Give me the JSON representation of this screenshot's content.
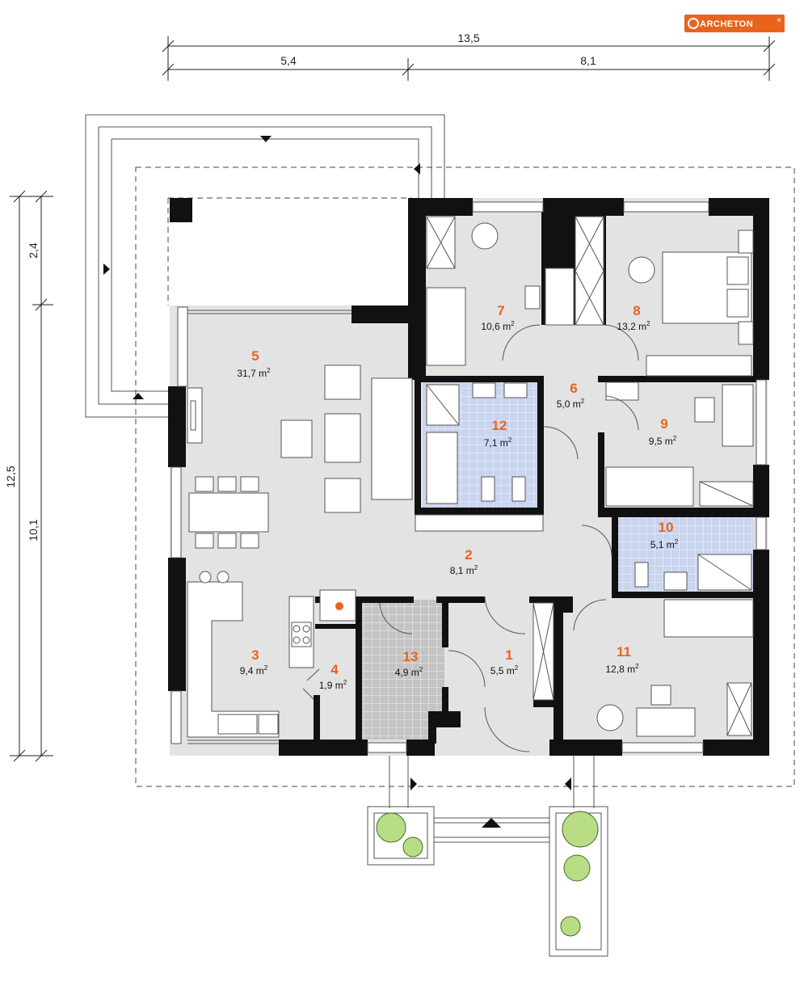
{
  "brand": {
    "name": "ARCHETON",
    "registered": "®",
    "color": "#e8641e"
  },
  "dimensions": {
    "top_total": "13,5",
    "top_left": "5,4",
    "top_right": "8,1",
    "left_total": "12,5",
    "left_top": "2,4",
    "left_bottom": "10,1"
  },
  "rooms": [
    {
      "number": "1",
      "area": "5,5"
    },
    {
      "number": "2",
      "area": "8,1"
    },
    {
      "number": "3",
      "area": "9,4"
    },
    {
      "number": "4",
      "area": "1,9"
    },
    {
      "number": "5",
      "area": "31,7"
    },
    {
      "number": "6",
      "area": "5,0"
    },
    {
      "number": "7",
      "area": "10,6"
    },
    {
      "number": "8",
      "area": "13,2"
    },
    {
      "number": "9",
      "area": "9,5"
    },
    {
      "number": "10",
      "area": "5,1"
    },
    {
      "number": "11",
      "area": "12,8"
    },
    {
      "number": "12",
      "area": "7,1"
    },
    {
      "number": "13",
      "area": "4,9"
    }
  ],
  "area_unit": "m",
  "area_unit_sup": "2",
  "colors": {
    "room_number": "#e8641e",
    "wall": "#111111",
    "floor": "#e3e3e3",
    "bath_tile": "#c9d4ee",
    "utility_tile": "#c6c6c6"
  }
}
